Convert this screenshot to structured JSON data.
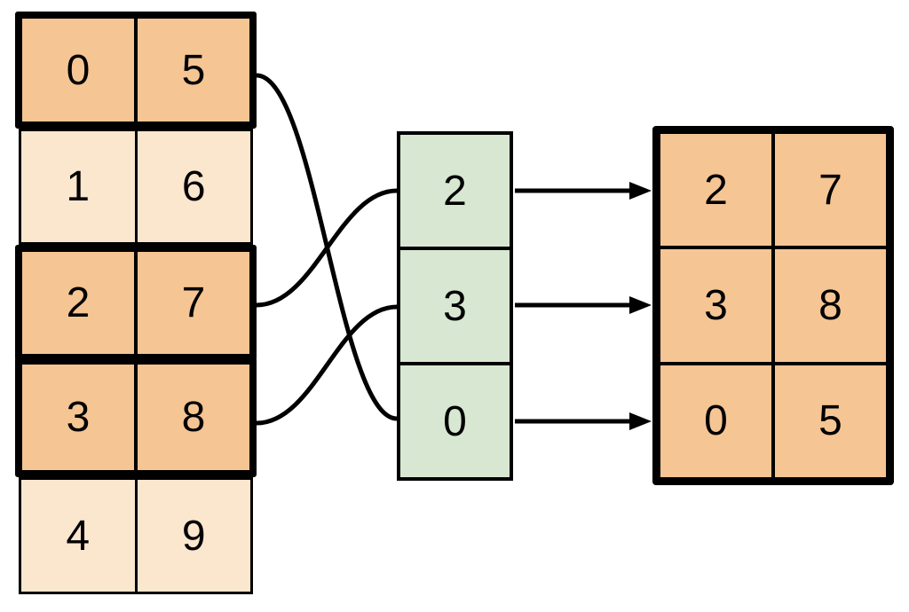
{
  "colors": {
    "highlight_fill": "#f5c593",
    "muted_fill": "#fbe6ce",
    "index_fill": "#d8e7d1",
    "stroke": "#000000"
  },
  "source_table": {
    "rows": [
      [
        "0",
        "5"
      ],
      [
        "1",
        "6"
      ],
      [
        "2",
        "7"
      ],
      [
        "3",
        "8"
      ],
      [
        "4",
        "9"
      ]
    ],
    "highlighted_rows": [
      0,
      2,
      3
    ]
  },
  "index_vector": {
    "values": [
      "2",
      "3",
      "0"
    ]
  },
  "result_table": {
    "rows": [
      [
        "2",
        "7"
      ],
      [
        "3",
        "8"
      ],
      [
        "0",
        "5"
      ]
    ]
  },
  "links": {
    "source_row_to_index_cell": [
      {
        "source_row": 0,
        "index_cell": 2
      },
      {
        "source_row": 2,
        "index_cell": 0
      },
      {
        "source_row": 3,
        "index_cell": 1
      }
    ],
    "index_cell_to_result_row": [
      {
        "index_cell": 0,
        "result_row": 0
      },
      {
        "index_cell": 1,
        "result_row": 1
      },
      {
        "index_cell": 2,
        "result_row": 2
      }
    ]
  }
}
